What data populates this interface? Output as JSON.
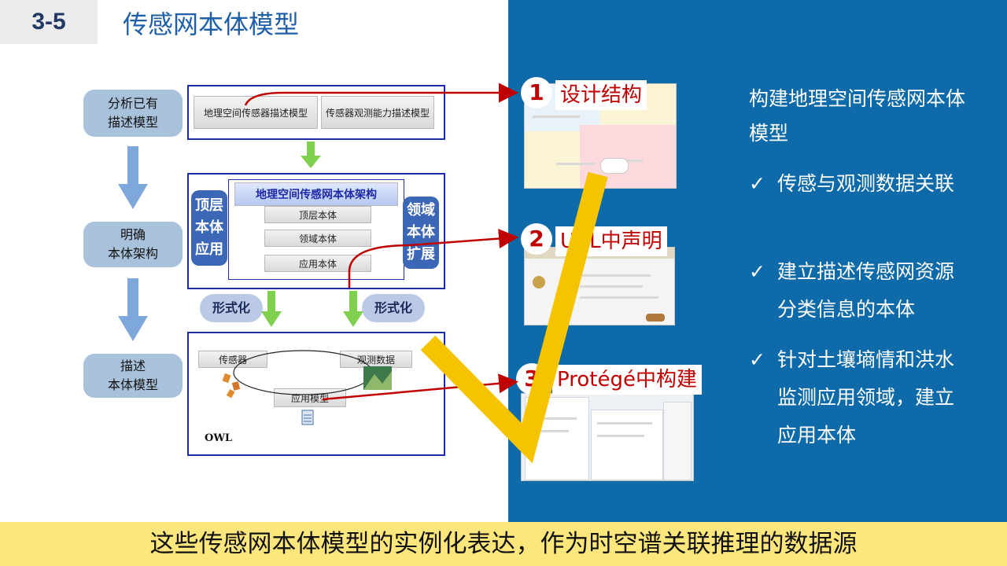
{
  "header": {
    "section_number": "3-5",
    "title": "传感网本体模型"
  },
  "left_diagram": {
    "stages": [
      "分析已有\n描述模型",
      "明确\n本体架构",
      "描述\n本体模型"
    ],
    "existing_models": [
      "地理空间传感器描述模型",
      "传感器观测能力描述模型"
    ],
    "architecture_title": "地理空间传感网本体架构",
    "layers": [
      "顶层本体",
      "领域本体",
      "应用本体"
    ],
    "left_extension": "顶层\n本体\n应用",
    "right_extension": "领域\n本体\n扩展",
    "formalize_labels": [
      "形式化",
      "形式化"
    ],
    "model_nodes": [
      "传感器",
      "观测数据",
      "应用模型"
    ],
    "language_label": "OWL"
  },
  "steps": [
    {
      "number": "1",
      "label": "设计结构"
    },
    {
      "number": "2",
      "label": "URL中声明"
    },
    {
      "number": "3",
      "label": "Protégé中构建"
    }
  ],
  "right_panel": {
    "heading": "构建地理空间传感网本体模型",
    "bullets": [
      {
        "icon": "check-icon",
        "glyph": "✓",
        "text": "传感与观测数据关联"
      },
      {
        "icon": "check-icon",
        "glyph": "✓",
        "text": "建立描述传感网资源分类信息的本体"
      },
      {
        "icon": "check-icon",
        "glyph": "✓",
        "text": "针对土壤墒情和洪水监测应用领域，建立应用本体"
      }
    ]
  },
  "footer": {
    "text": "这些传感网本体模型的实例化表达，作为时空谱关联推理的数据源"
  },
  "colors": {
    "title_blue": "#1f5fa8",
    "panel_blue": "#0e6aa8",
    "footer_yellow": "#fde67c",
    "accent_red": "#c00000",
    "check_yellow": "#f6c300"
  }
}
